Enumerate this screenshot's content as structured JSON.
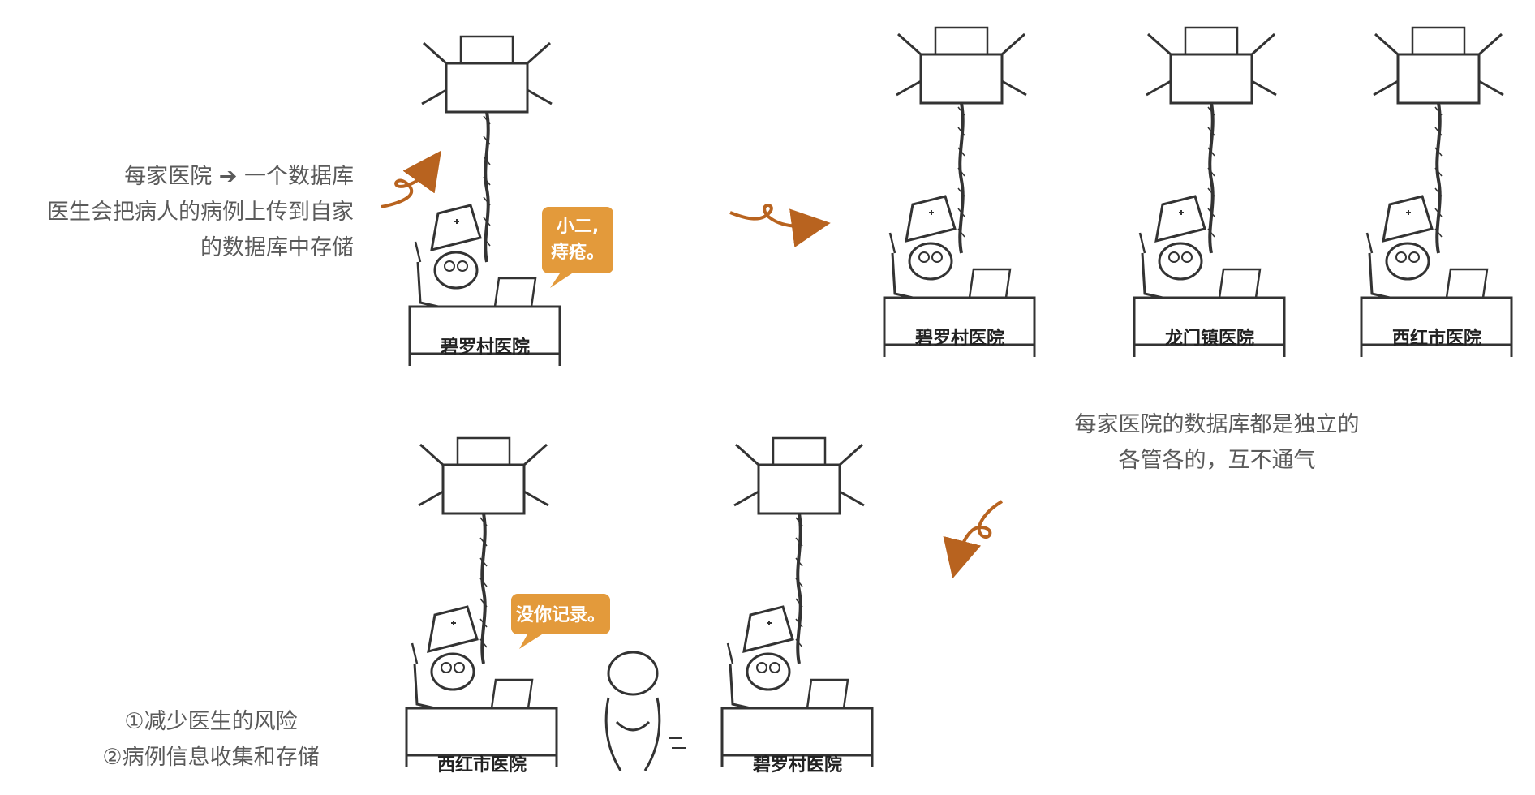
{
  "captions": {
    "intro": [
      "每家医院 ➔ 一个数据库",
      "医生会把病人的病例上传到自家",
      "的数据库中存储"
    ],
    "independent": [
      "每家医院的数据库都是独立的",
      "各管各的，互不通气"
    ],
    "benefits": [
      "①减少医生的风险",
      "②病例信息收集和存储"
    ]
  },
  "hospitals": {
    "biluo": "碧罗村医院",
    "longmen": "龙门镇医院",
    "xihong": "西红市医院"
  },
  "bubbles": {
    "xiaoer": [
      "小二,",
      "痔疮。"
    ],
    "no_record": "没你记录。"
  },
  "colors": {
    "accent": "#e39a3b",
    "arrow": "#b8631f",
    "ink": "#333333"
  }
}
